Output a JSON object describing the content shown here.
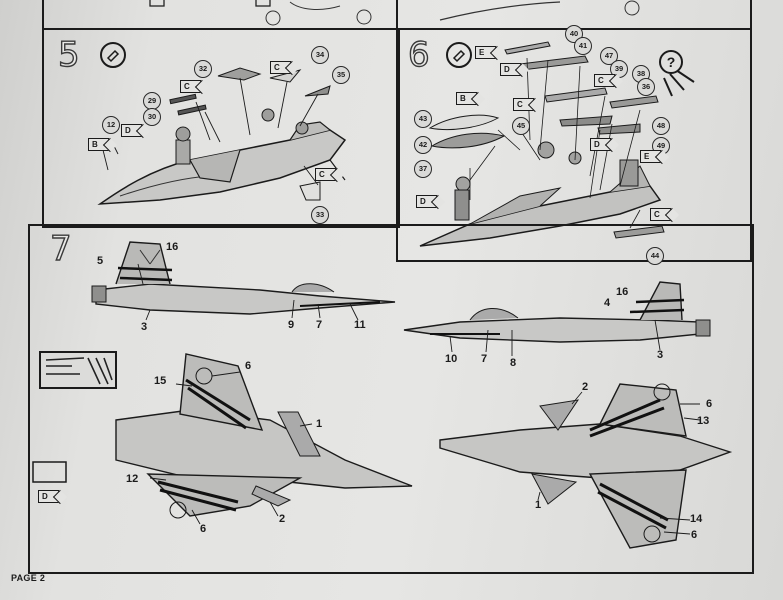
{
  "page": {
    "label": "PAGE 2"
  },
  "step5": {
    "number": "5",
    "icon": "glue-tube-icon",
    "part_numbers": [
      "32",
      "34",
      "35",
      "29",
      "30",
      "12",
      "33"
    ],
    "decal_tags": [
      "C",
      "C",
      "B",
      "D",
      "C"
    ]
  },
  "step6": {
    "number": "6",
    "icon": "glue-tube-icon",
    "part_numbers": [
      "40",
      "41",
      "47",
      "39",
      "38",
      "36",
      "43",
      "45",
      "42",
      "37",
      "48",
      "49",
      "44"
    ],
    "decal_tags": [
      "E",
      "D",
      "B",
      "C",
      "C",
      "D",
      "E",
      "D",
      "C"
    ],
    "question_mark": "?"
  },
  "step7": {
    "number": "7",
    "side_view_left_labels": [
      "16",
      "5",
      "3",
      "9",
      "7",
      "11"
    ],
    "side_view_right_labels": [
      "16",
      "4",
      "10",
      "7",
      "8",
      "3"
    ],
    "top_view_labels": [
      "6",
      "15",
      "1",
      "12",
      "6",
      "2"
    ],
    "bottom_view_labels": [
      "2",
      "6",
      "13",
      "1",
      "14",
      "6"
    ],
    "decal_tag": "D"
  }
}
